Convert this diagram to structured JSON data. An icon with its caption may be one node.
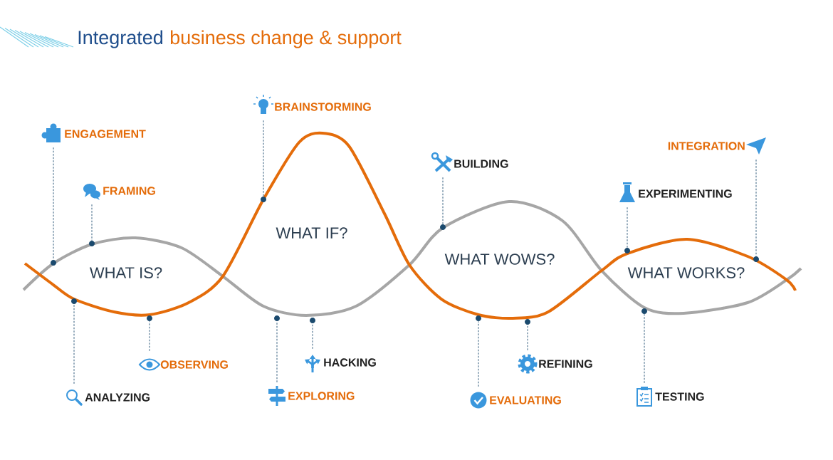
{
  "diagram": {
    "nodes": [
      {
        "text": [
          "ENGAGEMENT"
        ]
      },
      {
        "text": [
          "FRAMING"
        ]
      },
      {
        "text": [
          "ANALYZING"
        ]
      },
      {
        "text": [
          "OBSERVING"
        ]
      },
      {
        "text": [
          "BRAINSTORMING"
        ]
      },
      {
        "text": [
          "EXPLORING"
        ]
      },
      {
        "text": [
          "HACKING"
        ]
      },
      {
        "text": [
          "BUILDING"
        ]
      },
      {
        "text": [
          "EVALUATING"
        ]
      },
      {
        "text": [
          "REFINING"
        ]
      },
      {
        "text": [
          "EXPERIMENTING"
        ]
      },
      {
        "text": [
          "INTEGRATION"
        ]
      },
      {
        "text": [
          "TESTING"
        ]
      },
      {
        "text": [],
        "shape": "circle"
      },
      {
        "text": [],
        "shape": "circle"
      },
      {
        "text": [],
        "shape": "circle"
      },
      {
        "text": [],
        "shape": "circle"
      },
      {
        "text": [],
        "shape": "circle"
      },
      {
        "text": [],
        "shape": "circle"
      },
      {
        "text": [],
        "shape": "circle"
      },
      {
        "text": [],
        "shape": "circle"
      },
      {
        "text": [],
        "shape": "circle"
      },
      {
        "text": [],
        "shape": "circle"
      },
      {
        "text": [],
        "shape": "circle"
      },
      {
        "text": [],
        "shape": "circle"
      },
      {
        "text": [],
        "shape": "circle"
      }
    ],
    "edges": [
      {
        "from": 0,
        "to": 13,
        "arrow": "none",
        "style": "dashed"
      },
      {
        "from": 1,
        "to": 14,
        "arrow": "none",
        "style": "dashed"
      },
      {
        "from": 2,
        "to": 15,
        "arrow": "none",
        "style": "dashed"
      },
      {
        "from": 3,
        "to": 16,
        "arrow": "none",
        "style": "dashed"
      },
      {
        "from": 4,
        "to": 17,
        "arrow": "none",
        "style": "dashed"
      },
      {
        "from": 5,
        "to": 18,
        "arrow": "none",
        "style": "dashed"
      },
      {
        "from": 6,
        "to": 19,
        "arrow": "none",
        "style": "dashed"
      },
      {
        "from": 7,
        "to": 20,
        "arrow": "none",
        "style": "dashed"
      },
      {
        "from": 8,
        "to": 21,
        "arrow": "none",
        "style": "dashed"
      },
      {
        "from": 9,
        "to": 22,
        "arrow": "none",
        "style": "dashed"
      },
      {
        "from": 10,
        "to": 23,
        "arrow": "none",
        "style": "dashed"
      },
      {
        "from": 11,
        "to": 24,
        "arrow": "none",
        "style": "dashed"
      },
      {
        "from": 12,
        "to": 25,
        "arrow": "none",
        "style": "dashed"
      }
    ],
    "labels": [
      "Integrated",
      "business change & support",
      "WHAT IS?",
      "WHAT IF?",
      "WHAT WOWS?",
      "WHAT WORKS?"
    ]
  }
}
